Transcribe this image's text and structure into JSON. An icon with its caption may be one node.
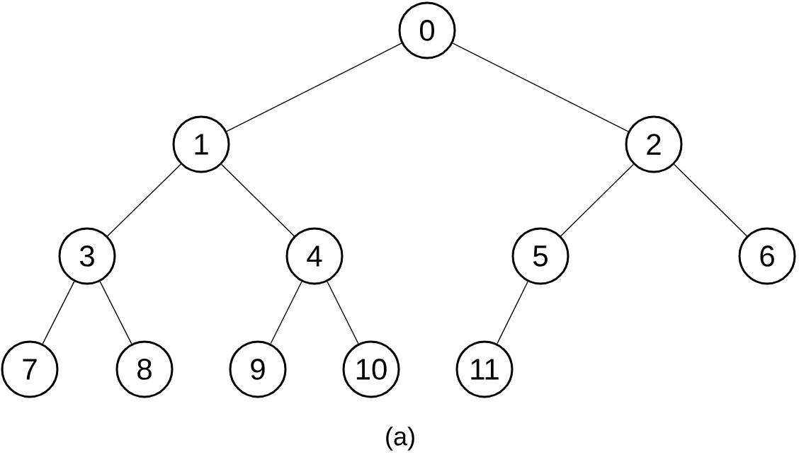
{
  "diagram": {
    "caption": "(a)",
    "nodes": [
      {
        "text": [
          "0"
        ]
      },
      {
        "text": [
          "1"
        ]
      },
      {
        "text": [
          "2"
        ]
      },
      {
        "text": [
          "3"
        ]
      },
      {
        "text": [
          "4"
        ]
      },
      {
        "text": [
          "5"
        ]
      },
      {
        "text": [
          "6"
        ]
      },
      {
        "text": [
          "7"
        ]
      },
      {
        "text": [
          "8"
        ]
      },
      {
        "text": [
          "9"
        ]
      },
      {
        "text": [
          "10"
        ]
      },
      {
        "text": [
          "11"
        ]
      }
    ],
    "edges": [
      {
        "from": 0,
        "to": 1,
        "arrow": "none"
      },
      {
        "from": 0,
        "to": 2,
        "arrow": "none"
      },
      {
        "from": 1,
        "to": 3,
        "arrow": "none"
      },
      {
        "from": 1,
        "to": 4,
        "arrow": "none"
      },
      {
        "from": 2,
        "to": 5,
        "arrow": "none"
      },
      {
        "from": 2,
        "to": 6,
        "arrow": "none"
      },
      {
        "from": 3,
        "to": 7,
        "arrow": "none"
      },
      {
        "from": 3,
        "to": 8,
        "arrow": "none"
      },
      {
        "from": 4,
        "to": 9,
        "arrow": "none"
      },
      {
        "from": 4,
        "to": 10,
        "arrow": "none"
      },
      {
        "from": 5,
        "to": 11,
        "arrow": "none"
      }
    ]
  }
}
